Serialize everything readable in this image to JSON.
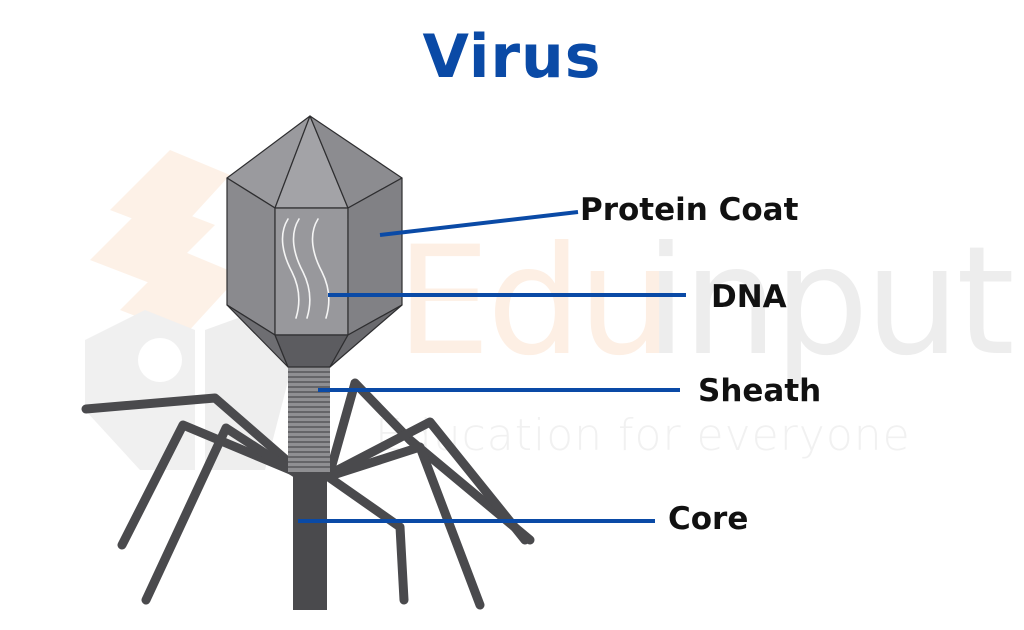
{
  "title": "Virus",
  "watermark": {
    "brand_part1": "Edu",
    "brand_part2": "input",
    "tagline": "Education for everyone",
    "colors": {
      "orange": "#fdeee2",
      "gray": "#eeeeee"
    }
  },
  "labels": [
    {
      "id": "protein-coat",
      "text": "Protein Coat"
    },
    {
      "id": "dna",
      "text": "DNA"
    },
    {
      "id": "sheath",
      "text": "Sheath"
    },
    {
      "id": "core",
      "text": "Core"
    }
  ],
  "colors": {
    "title": "#0a4aa6",
    "leader_line": "#0a4aa6",
    "capsid_light": "#8e8e92",
    "capsid_dark": "#5c5c60",
    "legs": "#4a4a4d",
    "label_text": "#111111"
  }
}
